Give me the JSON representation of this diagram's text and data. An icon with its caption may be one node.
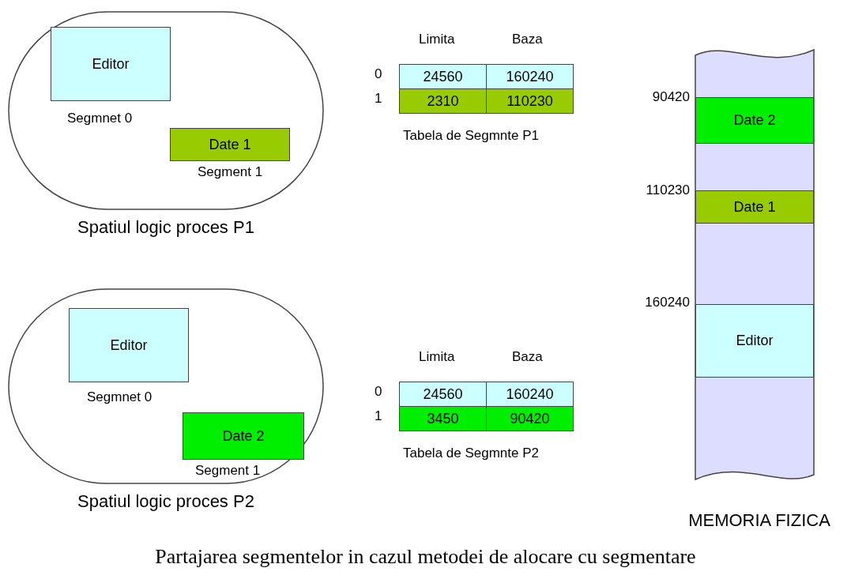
{
  "diagram": {
    "caption": "Partajarea segmentelor in cazul metodei de alocare cu segmentare",
    "nodes": [
      {
        "text": [
          "Spatiul logic proces P1"
        ]
      },
      {
        "text": [
          "Editor"
        ],
        "in": 0,
        "beside": [
          "Segmnet 0"
        ]
      },
      {
        "text": [
          "Date 1"
        ],
        "in": 0,
        "beside": [
          "Segment 1"
        ]
      },
      {
        "text": [
          "Spatiul logic proces P2"
        ]
      },
      {
        "text": [
          "Editor"
        ],
        "in": 3,
        "beside": [
          "Segmnet 0"
        ]
      },
      {
        "text": [
          "Date 2"
        ],
        "in": 3,
        "beside": [
          "Segment 1"
        ]
      },
      {
        "text": [
          "MEMORIA FIZICA"
        ]
      },
      {
        "text": [
          "Date 2"
        ],
        "in": 6,
        "beside": [
          "90420"
        ]
      },
      {
        "text": [
          "Date 1"
        ],
        "in": 6,
        "beside": [
          "110230"
        ]
      },
      {
        "text": [
          "Editor"
        ],
        "in": 6,
        "beside": [
          "160240"
        ]
      }
    ],
    "edges": [],
    "labels": [
      "Limita",
      "Baza",
      "0",
      "24560",
      "160240",
      "1",
      "2310",
      "110230",
      "Tabela de Segmnte P1",
      "Limita",
      "Baza",
      "0",
      "24560",
      "160240",
      "1",
      "3450",
      "90420",
      "Tabela de Segmnte P2"
    ]
  }
}
